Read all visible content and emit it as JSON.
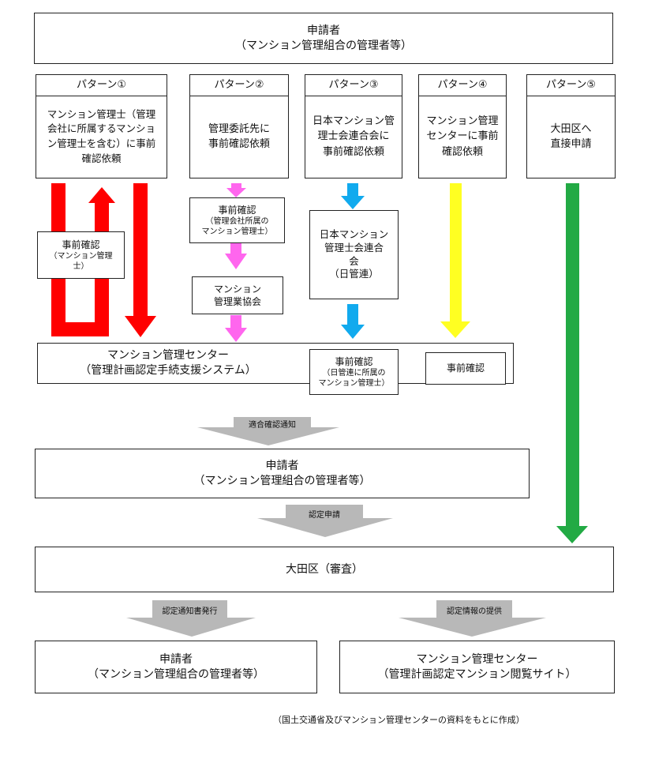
{
  "top_applicant": {
    "line1": "申請者",
    "line2": "（マンション管理組合の管理者等）"
  },
  "patterns": [
    {
      "header": "パターン①",
      "lines": [
        "マンション管理士（管理",
        "会社に所属するマンショ",
        "ン管理士を含む）に事前",
        "確認依頼"
      ]
    },
    {
      "header": "パターン②",
      "lines": [
        "管理委託先に",
        "事前確認依頼"
      ]
    },
    {
      "header": "パターン③",
      "lines": [
        "日本マンション管",
        "理士会連合会に",
        "事前確認依頼"
      ]
    },
    {
      "header": "パターン④",
      "lines": [
        "マンション管理",
        "センターに事前",
        "確認依頼"
      ]
    },
    {
      "header": "パターン⑤",
      "lines": [
        "大田区へ",
        "直接申請"
      ]
    }
  ],
  "p1_check": {
    "line1": "事前確認",
    "line2": "（マンション管理",
    "line3": "士）"
  },
  "p2_check": {
    "line1": "事前確認",
    "line2": "（管理会社所属の",
    "line3": "マンション管理士）"
  },
  "p2_assoc": {
    "line1": "マンション",
    "line2": "管理業協会"
  },
  "p3_org": {
    "line1": "日本マンション",
    "line2": "管理士会連合",
    "line3": "会",
    "line4": "（日管連）"
  },
  "center": {
    "line1": "マンション管理センター",
    "line2": "（管理計画認定手続支援システム）"
  },
  "center_p3_check": {
    "line1": "事前確認",
    "line2": "（日管連に所属の",
    "line3": "マンション管理士）"
  },
  "center_p4_check": {
    "line1": "事前確認"
  },
  "arrow_labels": {
    "conformity": "適合確認通知",
    "application": "認定申請",
    "notice": "認定通知書発行",
    "info": "認定情報の提供"
  },
  "mid_applicant": {
    "line1": "申請者",
    "line2": "（マンション管理組合の管理者等）"
  },
  "ota": {
    "line1": "大田区（審査）"
  },
  "bottom_applicant": {
    "line1": "申請者",
    "line2": "（マンション管理組合の管理者等）"
  },
  "bottom_center": {
    "line1": "マンション管理センター",
    "line2": "（管理計画認定マンション閲覧サイト）"
  },
  "source_note": "（国土交通省及びマンション管理センターの資料をもとに作成）",
  "colors": {
    "pattern1": "#ff0000",
    "pattern2": "#ff66ee",
    "pattern3": "#11aaee",
    "pattern4": "#ffff22",
    "pattern5": "#22aa44",
    "gray": "#b8b8b8"
  }
}
